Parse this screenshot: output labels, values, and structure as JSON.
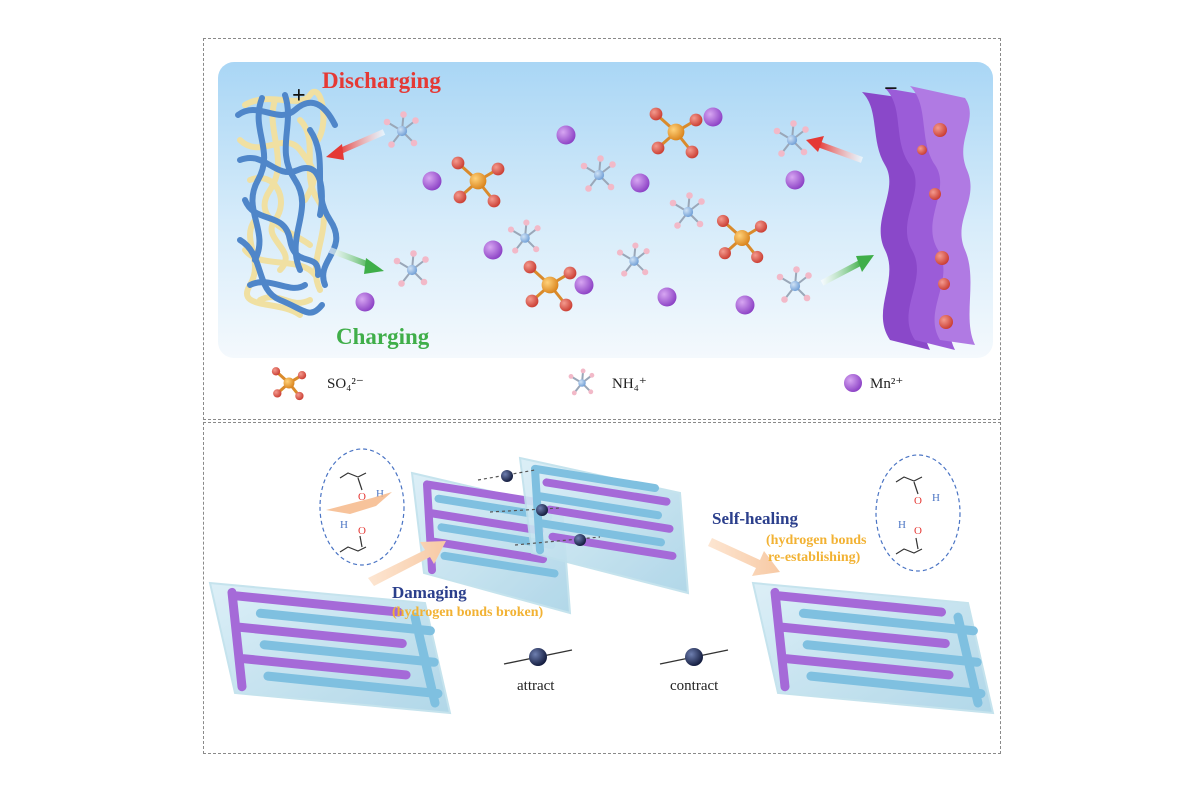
{
  "top_panel": {
    "discharging_label": "Discharging",
    "charging_label": "Charging",
    "plus_sign": "+",
    "minus_sign": "−",
    "legend": [
      {
        "icon": "sulfate-molecule-icon",
        "label": "SO₄²⁻"
      },
      {
        "icon": "ammonium-molecule-icon",
        "label": "NH₄⁺"
      },
      {
        "icon": "manganese-ion-icon",
        "label": "Mn²⁺"
      }
    ]
  },
  "bottom_panel": {
    "damaging_label": "Damaging",
    "damaging_sub": "(hydrogen bonds broken)",
    "selfheal_label": "Self-healing",
    "selfheal_sub1": "(hydrogen bonds",
    "selfheal_sub2": "re-establishing)",
    "attract_label": "attract",
    "contract_label": "contract",
    "hbond_O": "O",
    "hbond_H": "H"
  },
  "colors": {
    "discharging": "#e53935",
    "charging": "#3fae49",
    "damaging": "#2b3f8c",
    "selfheal": "#2b3f8c",
    "subtext": "#f2b233",
    "manganese": "#9b4fd0",
    "sulfate_center": "#e79a2a",
    "oxygen": "#e0564a",
    "ammonium_center": "#6f9ed6",
    "hydrogen": "#f2b9c8",
    "electrode_purple": "#9b5cd8"
  }
}
